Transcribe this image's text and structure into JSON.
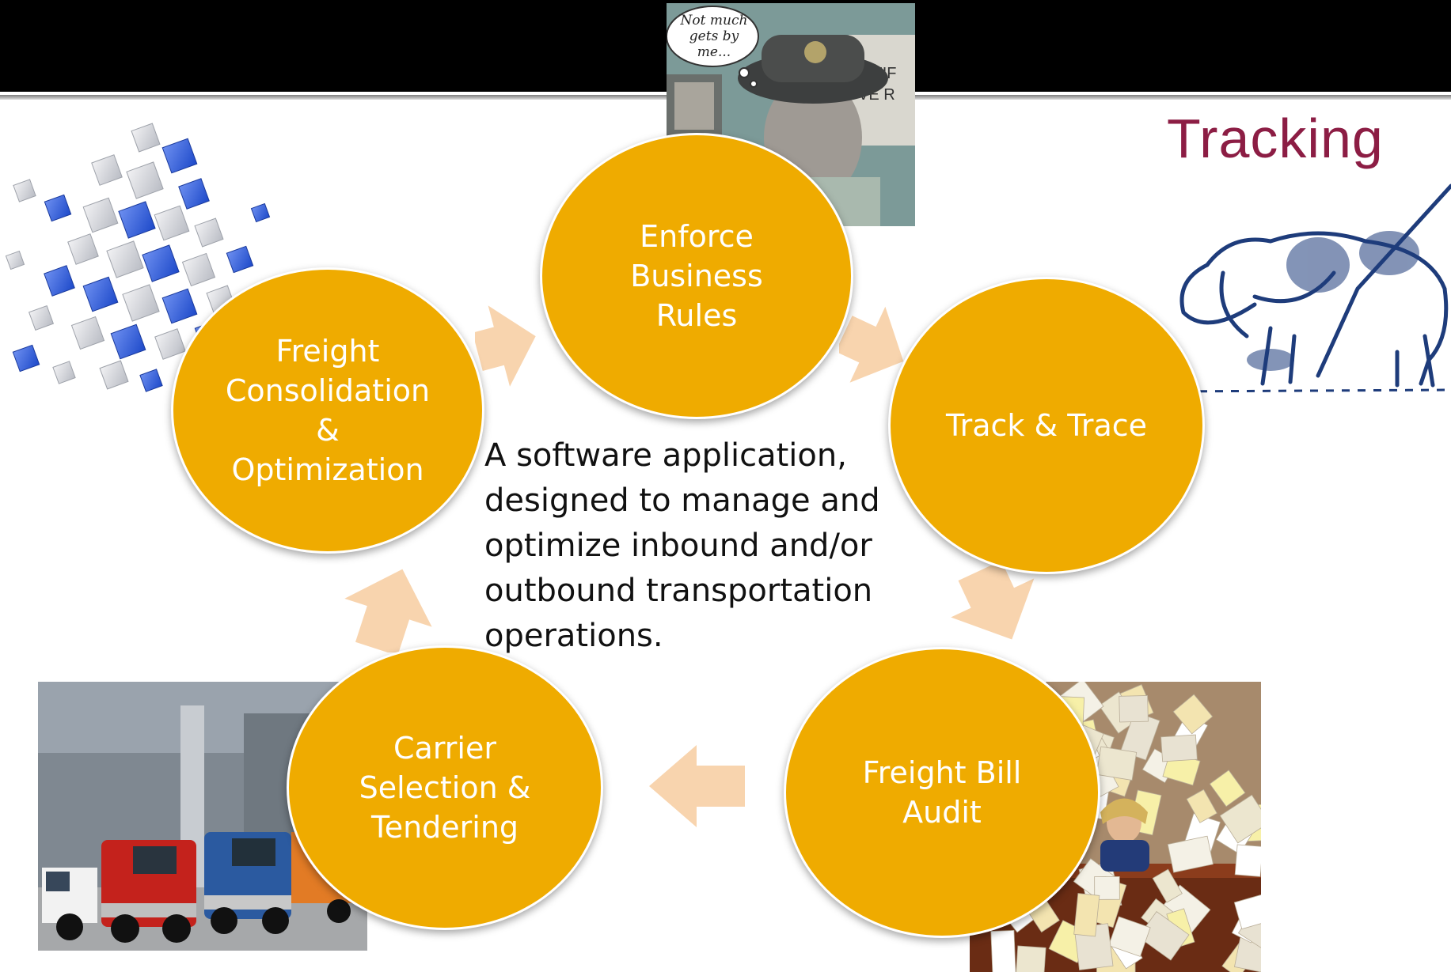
{
  "colors": {
    "node_fill": "#efab00",
    "arrow_fill": "#f8d4ae",
    "header_bar": "#000000",
    "tracking_text": "#8c1d44"
  },
  "diagram": {
    "nodes": [
      {
        "id": "enforce",
        "label": "Enforce\nBusiness\nRules"
      },
      {
        "id": "track",
        "label": "Track & Trace"
      },
      {
        "id": "audit",
        "label": "Freight Bill\nAudit"
      },
      {
        "id": "carrier",
        "label": "Carrier\nSelection &\nTendering"
      },
      {
        "id": "consolidation",
        "label": "Freight\nConsolidation\n&\nOptimization"
      }
    ],
    "center_text": "A software application, designed to manage and optimize inbound and/or outbound transportation operations."
  },
  "illustrations": {
    "comic_bubble": "Not much gets by me...",
    "tracking_caption": "Tracking",
    "icons": [
      "cube-cluster-icon",
      "officer-cartoon-icon",
      "bloodhound-icon",
      "trucks-photo-icon",
      "paperwork-photo-icon"
    ]
  }
}
